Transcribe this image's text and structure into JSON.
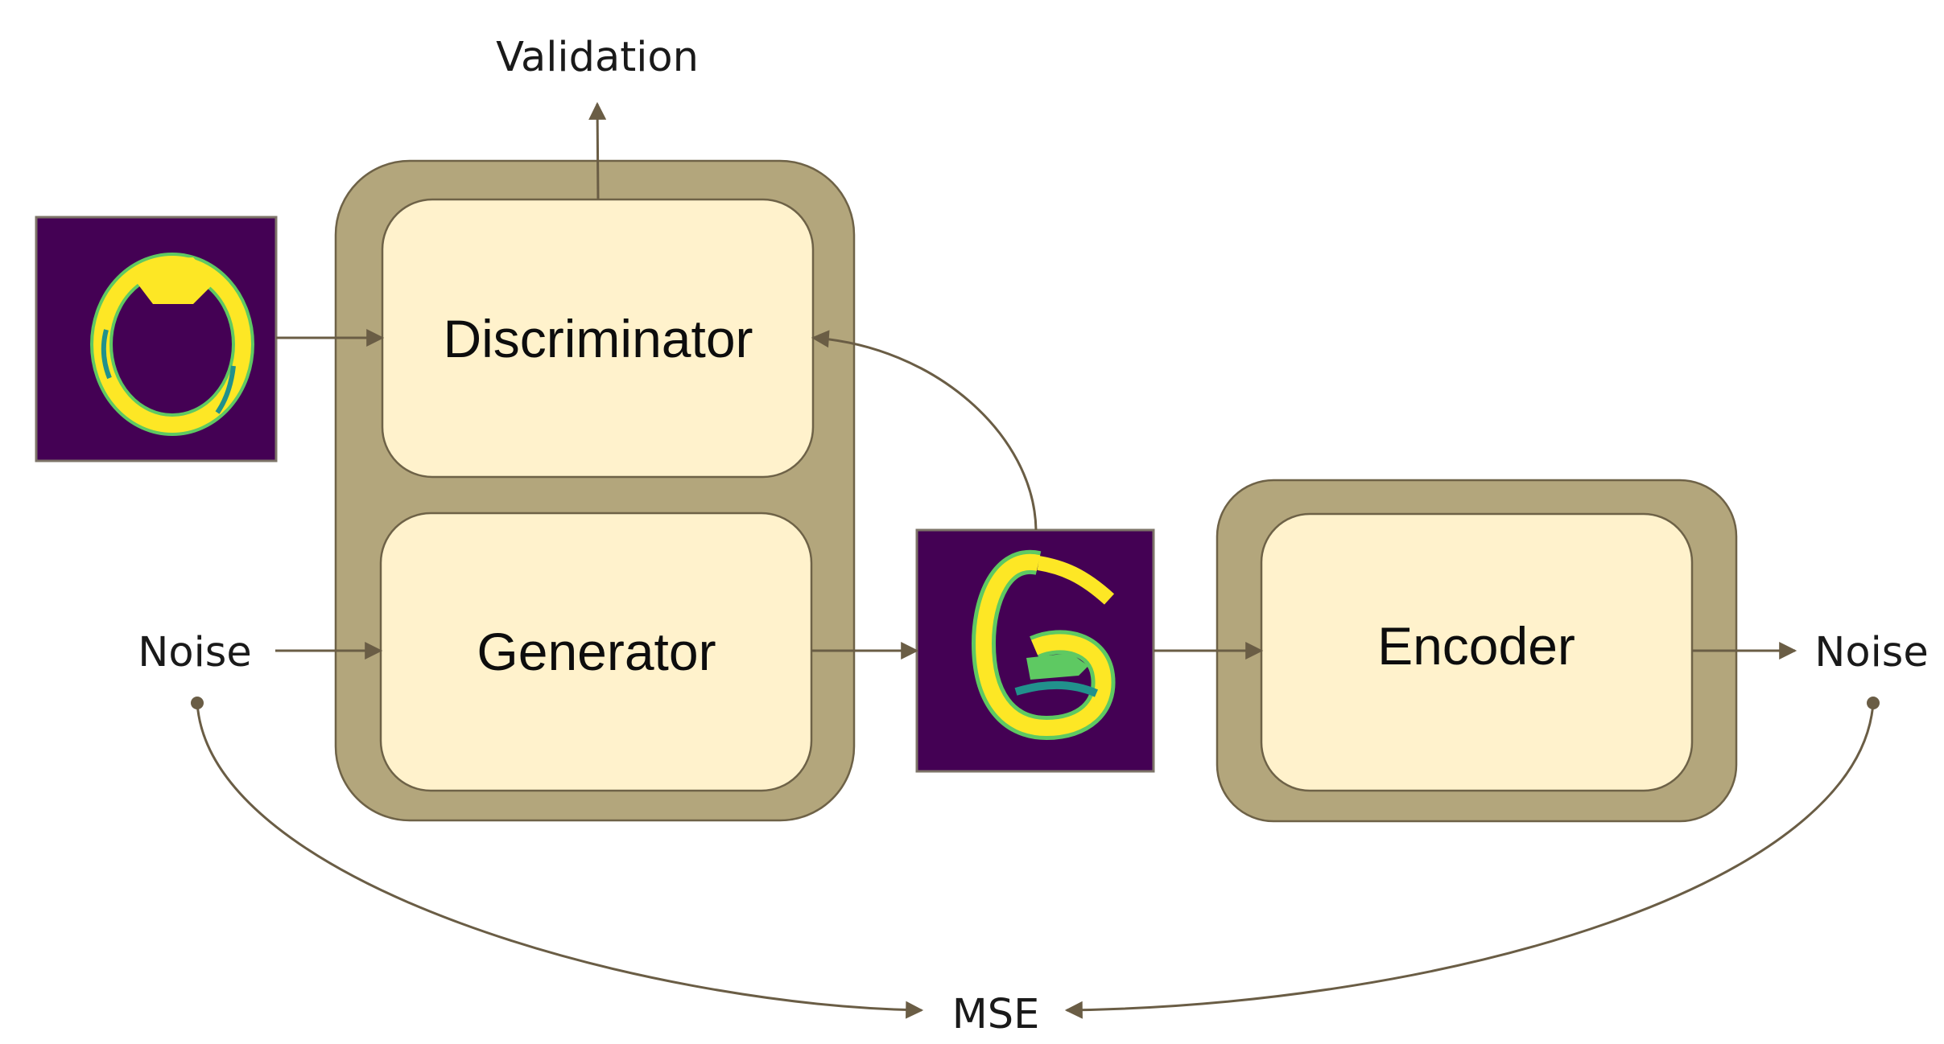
{
  "labels": {
    "validation": "Validation",
    "discriminator": "Discriminator",
    "generator": "Generator",
    "encoder": "Encoder",
    "noise_in": "Noise",
    "noise_out": "Noise",
    "mse": "MSE"
  },
  "colors": {
    "panel_fill": "#b3a67c",
    "box_fill": "#fff2cc",
    "connector": "#6a5d45",
    "image_background": "#440154",
    "digit_yellow": "#fde725",
    "digit_teal": "#21918c",
    "digit_green": "#5ec962"
  },
  "images": {
    "real_digit": "digit-zero-thumbnail",
    "generated_digit": "generated-digit-thumbnail"
  }
}
